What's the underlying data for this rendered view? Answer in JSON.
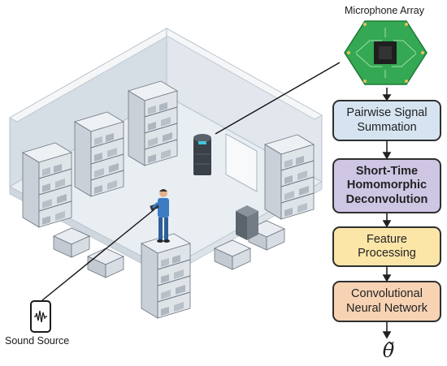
{
  "labels": {
    "mic_array": "Microphone Array",
    "sound_source": "Sound Source"
  },
  "pipeline": [
    {
      "lines": [
        "Pairwise Signal",
        "Summation"
      ]
    },
    {
      "lines": [
        "Short-Time",
        "Homomorphic",
        "Deconvolution"
      ]
    },
    {
      "lines": [
        "Feature",
        "Processing"
      ]
    },
    {
      "lines": [
        "Convolutional",
        "Neural Network"
      ]
    }
  ],
  "output_symbol": "θ̃",
  "colors": {
    "box_1": "#d6e4f1",
    "box_2": "#cfc6e4",
    "box_3": "#fbe6a8",
    "box_4": "#f7d3b4",
    "pcb_green": "#34a853",
    "floor": "#e9eef3",
    "wall": "#d5dde5",
    "person_shirt": "#3b7cc4"
  }
}
